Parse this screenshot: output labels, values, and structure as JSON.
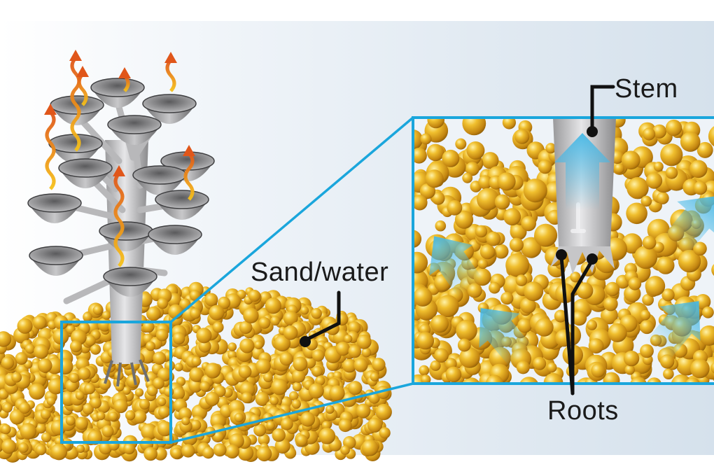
{
  "labels": {
    "stem": "Stem",
    "sand_water": "Sand/water",
    "roots": "Roots"
  },
  "colors": {
    "frame": "#1aa6dc",
    "sand": "#d9a21e",
    "metal": "#8e8e90",
    "evaporation_arrow": "#e0561a",
    "flow_arrow": "#46b8e6",
    "leader_line": "#111111"
  }
}
